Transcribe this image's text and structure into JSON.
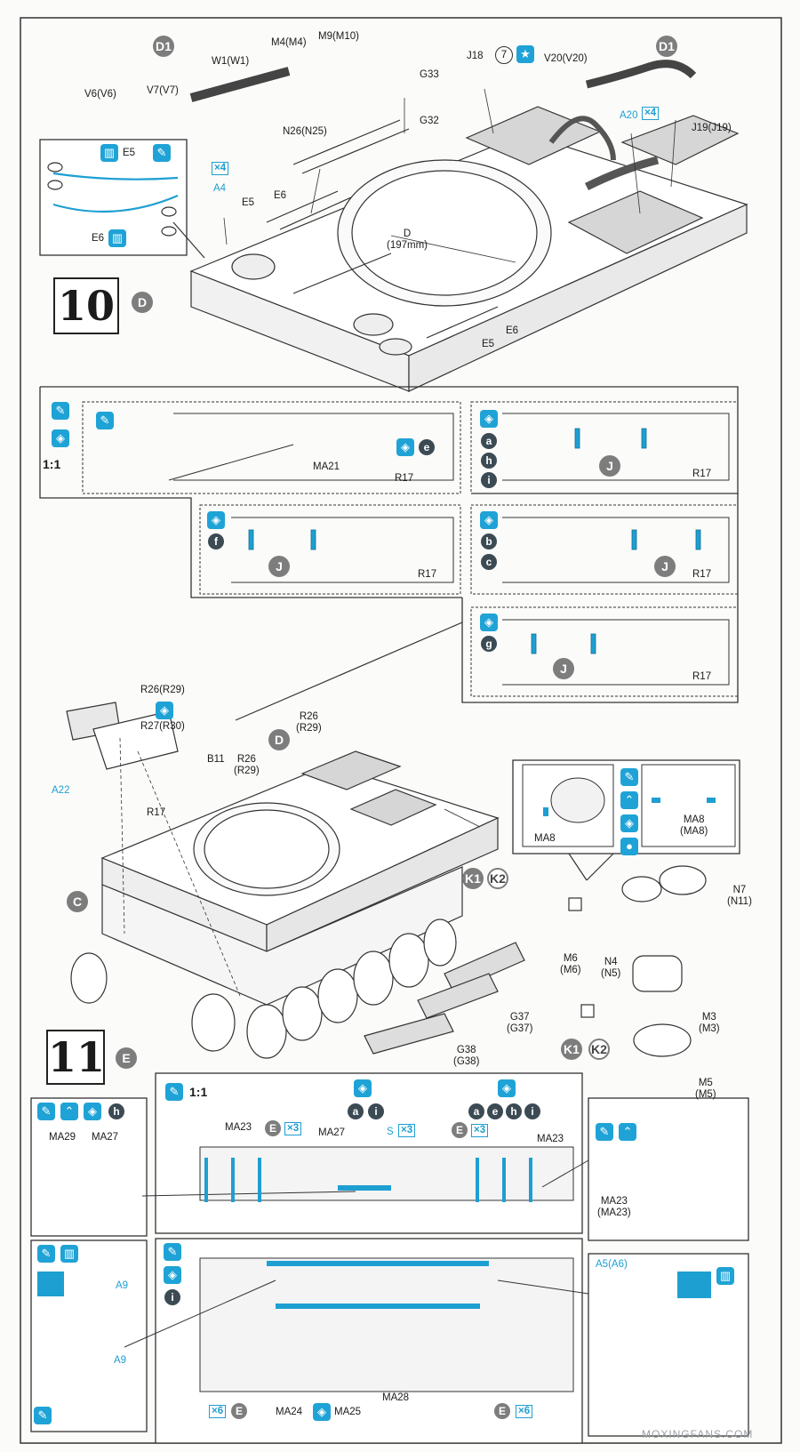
{
  "steps": {
    "step10": {
      "number": "10",
      "badge": "D"
    },
    "step11": {
      "number": "11",
      "badge": "E"
    }
  },
  "step10_labels": {
    "d1_left": "D1",
    "d1_right": "D1",
    "v6": "V6(V6)",
    "v7": "V7(V7)",
    "w1": "W1(W1)",
    "m4": "M4(M4)",
    "m9": "M9(M10)",
    "g33": "G33",
    "g32": "G32",
    "j18": "J18",
    "circle7": "7",
    "v20": "V20(V20)",
    "a20": "A20",
    "x4_a20": "×4",
    "j19": "J19(J19)",
    "n26": "N26(N25)",
    "x4_a4": "×4",
    "a4": "A4",
    "e5_top": "E5",
    "e6_top": "E6",
    "d_ring": "D\n(197mm)",
    "e5_bottom": "E5",
    "e6_bottom": "E6",
    "cable_e5": "E5",
    "cable_e6": "E6"
  },
  "variant_panels": {
    "scale": "1:1",
    "main": {
      "ma21": "MA21",
      "r17": "R17",
      "variant": "e"
    },
    "ahi": {
      "variants": [
        "a",
        "h",
        "i"
      ],
      "j": "J",
      "r17": "R17"
    },
    "f": {
      "variants": [
        "f"
      ],
      "j": "J",
      "r17": "R17"
    },
    "bc": {
      "variants": [
        "b",
        "c"
      ],
      "j": "J",
      "r17": "R17"
    },
    "g": {
      "variants": [
        "g"
      ],
      "j": "J",
      "r17": "R17"
    }
  },
  "assembly_labels": {
    "r26_r29_top": "R26(R29)",
    "r27_r30": "R27(R30)",
    "r26_mid": "R26\n(R29)",
    "r26_left": "R26\n(R29)",
    "b11": "B11",
    "a22": "A22",
    "r17": "R17",
    "c_badge": "C",
    "d_badge": "D",
    "k1": "K1",
    "k2": "K2",
    "g37": "G37\n(G37)",
    "g38": "G38\n(G38)"
  },
  "hatch_assembly": {
    "ma8_left": "MA8",
    "ma8_right": "MA8\n(MA8)",
    "n7": "N7\n(N11)",
    "m6": "M6\n(M6)",
    "n4": "N4\n(N5)",
    "m3": "M3\n(M3)",
    "m5": "M5\n(M5)",
    "k1": "K1",
    "k2": "K2"
  },
  "step11_labels": {
    "scale": "1:1",
    "ma29": "MA29",
    "ma27_left": "MA27",
    "variant_h": "h",
    "ma23_left": "MA23",
    "x3_left": "×3",
    "ma27_center": "MA27",
    "s_x3": "S",
    "x3_s": "×3",
    "variants_left": [
      "a",
      "i"
    ],
    "variants_right": [
      "a",
      "e",
      "h",
      "i"
    ],
    "x3_right": "×3",
    "ma23_right": "MA23",
    "ma23_detail": "MA23\n(MA23)",
    "a9_top": "A9",
    "a9_bottom": "A9",
    "a5": "A5(A6)",
    "x6_left": "×6",
    "x6_right": "×6",
    "ma24": "MA24",
    "ma25": "MA25",
    "ma28": "MA28",
    "variant_i": "i"
  },
  "watermark": "MOXINGFANS.COM",
  "colors": {
    "accent": "#1e9fd2",
    "badge_grey": "#7d7d7d",
    "badge_dark": "#3b4a53"
  }
}
